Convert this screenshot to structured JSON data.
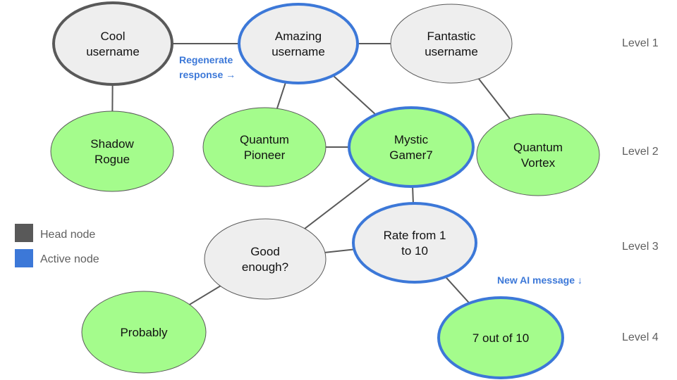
{
  "colors": {
    "head": "#595959",
    "active": "#3c78d8",
    "ai_fill": "#a4fc8c",
    "user_fill": "#eeeeee",
    "default_border": "#595959",
    "edge": "#595959",
    "level_text": "#5f5f5f",
    "annotation": "#3c78d8"
  },
  "nodes": [
    {
      "id": "cool-username",
      "lines": [
        "Cool",
        "username"
      ],
      "type": "user",
      "status": "head",
      "level": 1
    },
    {
      "id": "amazing-username",
      "lines": [
        "Amazing",
        "username"
      ],
      "type": "user",
      "status": "active",
      "level": 1
    },
    {
      "id": "fantastic-username",
      "lines": [
        "Fantastic",
        "username"
      ],
      "type": "user",
      "status": "normal",
      "level": 1
    },
    {
      "id": "shadow-rogue",
      "lines": [
        "Shadow",
        "Rogue"
      ],
      "type": "ai",
      "status": "normal",
      "level": 2
    },
    {
      "id": "quantum-pioneer",
      "lines": [
        "Quantum",
        "Pioneer"
      ],
      "type": "ai",
      "status": "normal",
      "level": 2
    },
    {
      "id": "mystic-gamer7",
      "lines": [
        "Mystic",
        "Gamer7"
      ],
      "type": "ai",
      "status": "active",
      "level": 2
    },
    {
      "id": "quantum-vortex",
      "lines": [
        "Quantum",
        "Vortex"
      ],
      "type": "ai",
      "status": "normal",
      "level": 2
    },
    {
      "id": "good-enough",
      "lines": [
        "Good",
        "enough?"
      ],
      "type": "user",
      "status": "normal",
      "level": 3
    },
    {
      "id": "rate-from-1-to-10",
      "lines": [
        "Rate from 1",
        "to 10"
      ],
      "type": "user",
      "status": "active",
      "level": 3
    },
    {
      "id": "probably",
      "lines": [
        "Probably"
      ],
      "type": "ai",
      "status": "normal",
      "level": 4
    },
    {
      "id": "seven-out-of-ten",
      "lines": [
        "7 out of 10"
      ],
      "type": "ai",
      "status": "active",
      "level": 4
    }
  ],
  "edges": [
    {
      "from": "cool-username",
      "to": "amazing-username"
    },
    {
      "from": "amazing-username",
      "to": "fantastic-username"
    },
    {
      "from": "cool-username",
      "to": "shadow-rogue"
    },
    {
      "from": "amazing-username",
      "to": "quantum-pioneer"
    },
    {
      "from": "amazing-username",
      "to": "mystic-gamer7"
    },
    {
      "from": "fantastic-username",
      "to": "quantum-vortex"
    },
    {
      "from": "quantum-pioneer",
      "to": "mystic-gamer7"
    },
    {
      "from": "mystic-gamer7",
      "to": "good-enough"
    },
    {
      "from": "mystic-gamer7",
      "to": "rate-from-1-to-10"
    },
    {
      "from": "good-enough",
      "to": "rate-from-1-to-10"
    },
    {
      "from": "good-enough",
      "to": "probably"
    },
    {
      "from": "rate-from-1-to-10",
      "to": "seven-out-of-ten"
    }
  ],
  "levels": [
    "Level 1",
    "Level 2",
    "Level 3",
    "Level 4"
  ],
  "legend": [
    {
      "label": "Head node",
      "status": "head"
    },
    {
      "label": "Active node",
      "status": "active"
    }
  ],
  "annotations": {
    "regenerate": [
      "Regenerate",
      "response →"
    ],
    "new_ai_message": "New AI message ↓"
  }
}
